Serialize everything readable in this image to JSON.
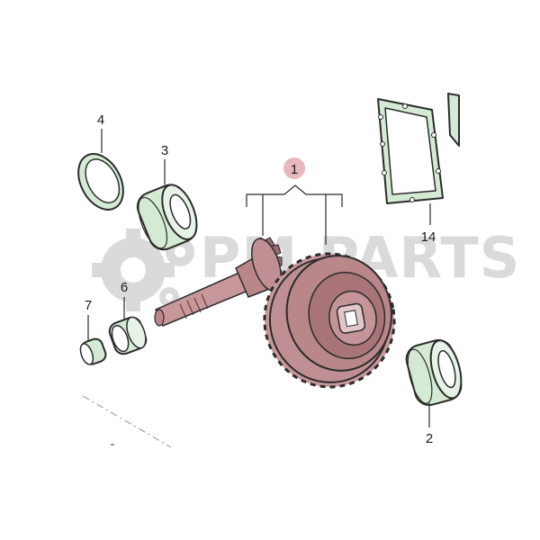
{
  "diagram": {
    "callouts": [
      {
        "id": "c1",
        "label": "1",
        "highlighted": true
      },
      {
        "id": "c2",
        "label": "2"
      },
      {
        "id": "c3",
        "label": "3"
      },
      {
        "id": "c4",
        "label": "4"
      },
      {
        "id": "c6",
        "label": "6"
      },
      {
        "id": "c7",
        "label": "7"
      },
      {
        "id": "c14",
        "label": "14"
      }
    ],
    "watermark": "PM PARTS"
  },
  "colors": {
    "gear": "#b9868a",
    "gear_dark": "#6e3d42",
    "part_green": "#d4ead4",
    "outline": "#2b2b2b",
    "callout_highlight": "#e8b8bd",
    "watermark": "#d6d6d6"
  }
}
